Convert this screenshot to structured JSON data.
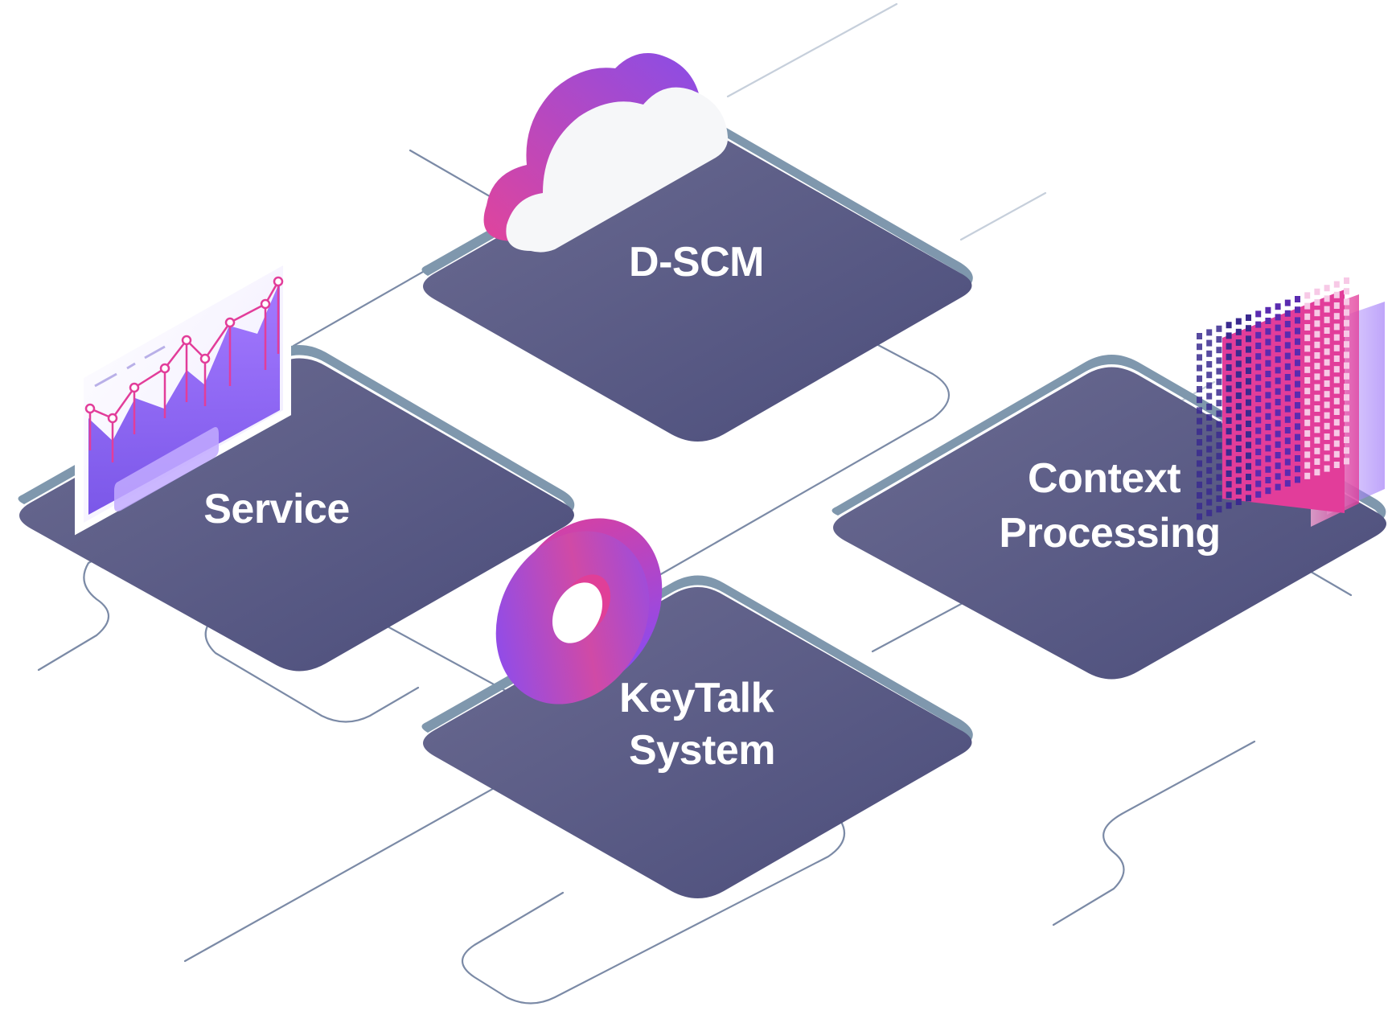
{
  "diagram": {
    "tiles": [
      {
        "id": "dscm",
        "label_lines": [
          "D-SCM"
        ],
        "icon": "cloud-icon"
      },
      {
        "id": "service",
        "label_lines": [
          "Service"
        ],
        "icon": "line-chart-icon"
      },
      {
        "id": "context",
        "label_lines": [
          "Context",
          "Processing"
        ],
        "icon": "grid-panels-icon"
      },
      {
        "id": "keytalk",
        "label_lines": [
          "KeyTalk",
          "System"
        ],
        "icon": "ring-icon"
      }
    ],
    "colors": {
      "tile_top_light": "#6a6a90",
      "tile_top_dark": "#4d4f7c",
      "tile_edge": "#7f97ad",
      "connector": "#7b8aa6",
      "accent_pink": "#e23d9a",
      "accent_purple": "#7b4dff"
    }
  }
}
